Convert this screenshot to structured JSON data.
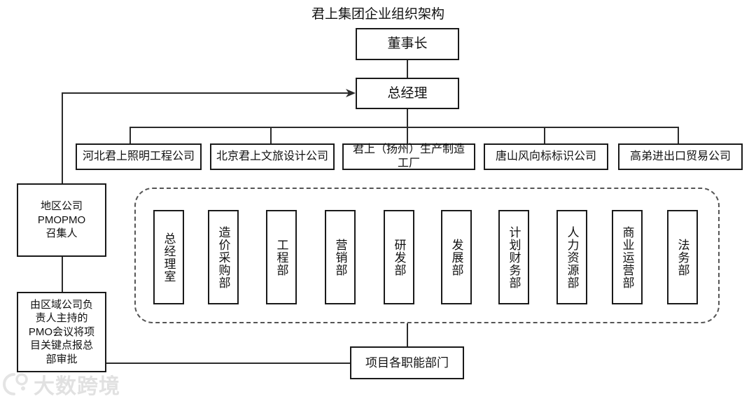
{
  "title": "君上集团企业组织架构",
  "top": {
    "chairman": "董事长",
    "general_manager": "总经理"
  },
  "companies": [
    "河北君上照明工程公司",
    "北京君上文旅设计公司",
    "君上（扬州）生产制造工厂",
    "唐山风向标标识公司",
    "高弟进出口贸易公司"
  ],
  "departments": [
    "总经理室",
    "造价采购部",
    "工程部",
    "营销部",
    "研发部",
    "发展部",
    "计划财务部",
    "人力资源部",
    "商业运营部",
    "法务部"
  ],
  "side": {
    "pmo_convener": "地区公司\nPMOPMO\n召集人",
    "pmo_convener_lines": [
      "地区公司",
      "PMOPMO",
      "召集人"
    ],
    "pmo_meeting": "由区域公司负责人主持的PMO会议将项目关键点报总部审批",
    "pmo_meeting_lines": [
      "由区域公司负",
      "责人主持的",
      "PMO会议将项",
      "目关键点报总",
      "部审批"
    ]
  },
  "bottom": {
    "functional_departments": "项目各职能部门"
  },
  "watermark": {
    "text": "大数跨境",
    "logo": "ring-logo-icon"
  },
  "colors": {
    "stroke": "#1a1a1a",
    "line": "#2b2b2b",
    "dashed": "#555555",
    "background": "#ffffff",
    "text": "#111111"
  }
}
